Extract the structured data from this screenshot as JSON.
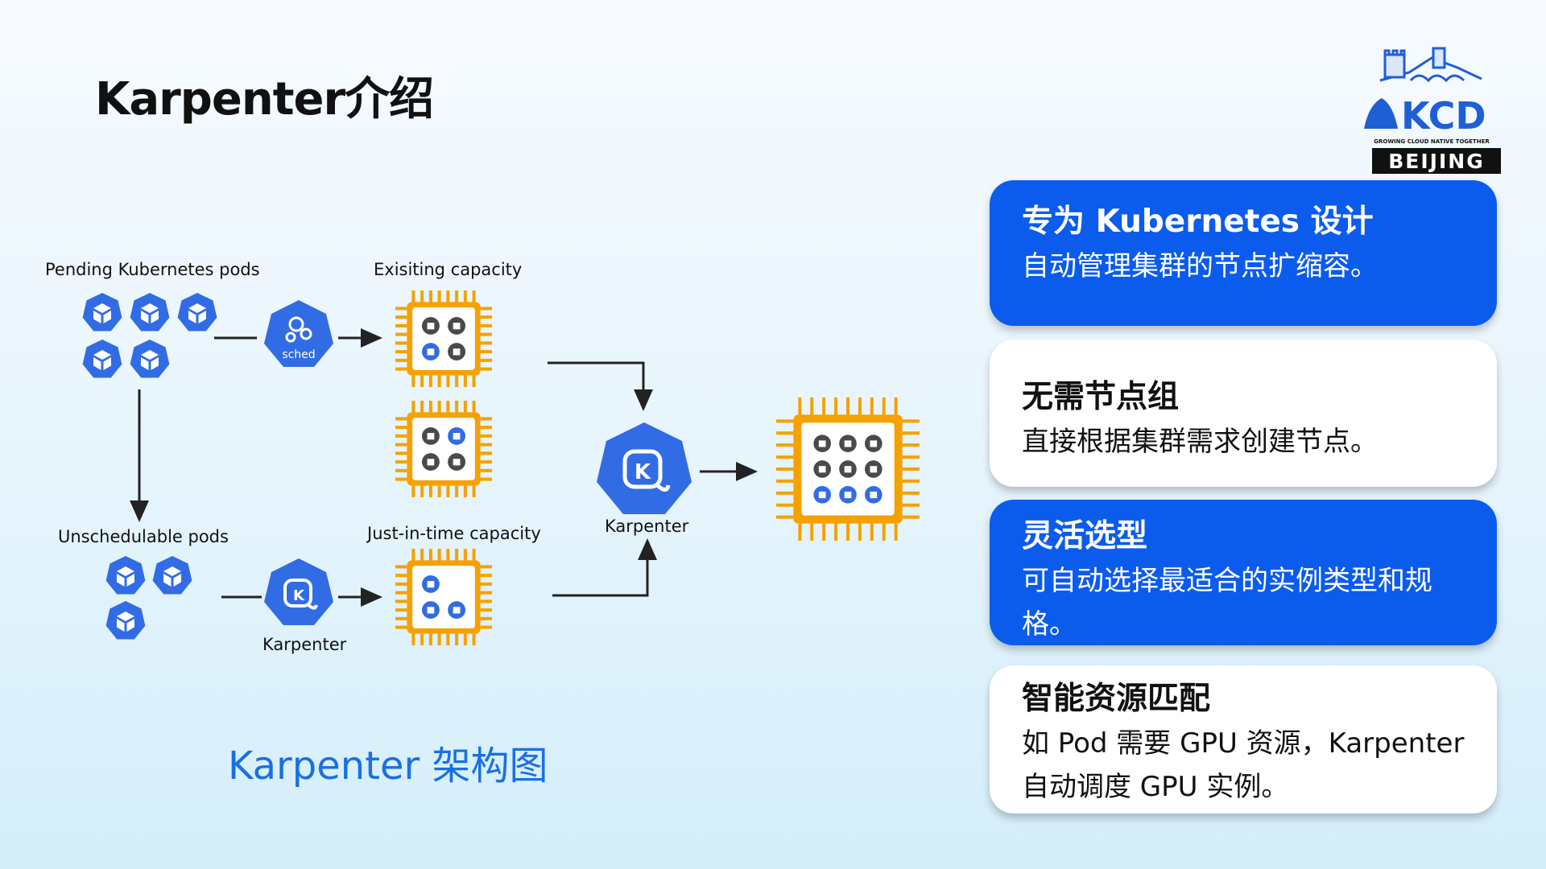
{
  "title": "Karpenter介绍",
  "logo": {
    "brand": "KCD",
    "tagline": "GROWING CLOUD NATIVE TOGETHER",
    "city": "BEIJING"
  },
  "diagram": {
    "pending_label": "Pending Kubernetes pods",
    "existing_label": "Exisiting capacity",
    "unschedulable_label": "Unschedulable pods",
    "jit_label": "Just-in-time capacity",
    "karpenter_label_small": "Karpenter",
    "karpenter_label_main": "Karpenter",
    "sched_label": "sched",
    "karpenter_glyph": "K"
  },
  "caption": "Karpenter 架构图",
  "cards": [
    {
      "title": "专为 Kubernetes 设计",
      "body": "自动管理集群的节点扩缩容。",
      "style": "blue"
    },
    {
      "title": "无需节点组",
      "body": "直接根据集群需求创建节点。",
      "style": "white"
    },
    {
      "title": "灵活选型",
      "body": "可自动选择最适合的实例类型和规格。",
      "style": "blue"
    },
    {
      "title": "智能资源匹配",
      "body": "如 Pod 需要 GPU 资源，Karpenter 自动调度 GPU 实例。",
      "style": "white"
    }
  ],
  "colors": {
    "accent_blue": "#0b5ced",
    "pod_blue": "#326ce5",
    "chip_orange": "#f5a100",
    "caption_blue": "#1a6fe6"
  }
}
